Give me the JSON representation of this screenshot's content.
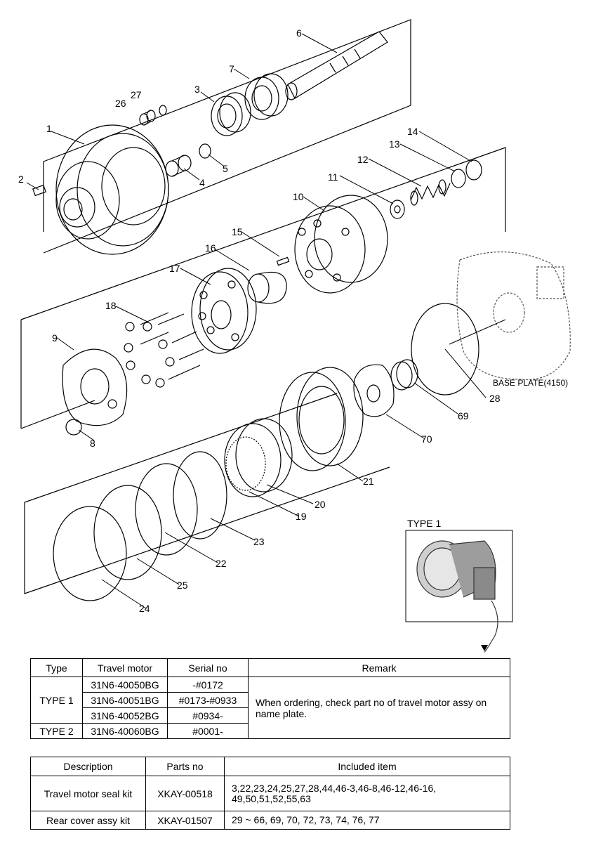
{
  "callouts": {
    "c1": "1",
    "c2": "2",
    "c3": "3",
    "c4": "4",
    "c5": "5",
    "c6": "6",
    "c7": "7",
    "c8": "8",
    "c9": "9",
    "c10": "10",
    "c11": "11",
    "c12": "12",
    "c13": "13",
    "c14": "14",
    "c15": "15",
    "c16": "16",
    "c17": "17",
    "c18": "18",
    "c19": "19",
    "c20": "20",
    "c21": "21",
    "c22": "22",
    "c23": "23",
    "c24": "24",
    "c25": "25",
    "c26": "26",
    "c27": "27",
    "c28": "28",
    "c69": "69",
    "c70": "70"
  },
  "base_plate_label": "BASE PLATE(4150)",
  "inset_title": "TYPE 1",
  "type_table": {
    "headers": [
      "Type",
      "Travel motor",
      "Serial no",
      "Remark"
    ],
    "type1": "TYPE 1",
    "type2": "TYPE 2",
    "rows": [
      {
        "motor": "31N6-40050BG",
        "serial": "-#0172"
      },
      {
        "motor": "31N6-40051BG",
        "serial": "#0173-#0933"
      },
      {
        "motor": "31N6-40052BG",
        "serial": "#0934-"
      },
      {
        "motor": "31N6-40060BG",
        "serial": "#0001-"
      }
    ],
    "remark": "When ordering, check part no of travel motor assy on name plate."
  },
  "kit_table": {
    "headers": [
      "Description",
      "Parts no",
      "Included item"
    ],
    "rows": [
      {
        "description": "Travel motor seal kit",
        "parts_no": "XKAY-00518",
        "included": "3,22,23,24,25,27,28,44,46-3,46-8,46-12,46-16, 49,50,51,52,55,63"
      },
      {
        "description": "Rear cover assy kit",
        "parts_no": "XKAY-01507",
        "included": "29 ~ 66, 69, 70, 72, 73, 74, 76, 77"
      }
    ]
  }
}
